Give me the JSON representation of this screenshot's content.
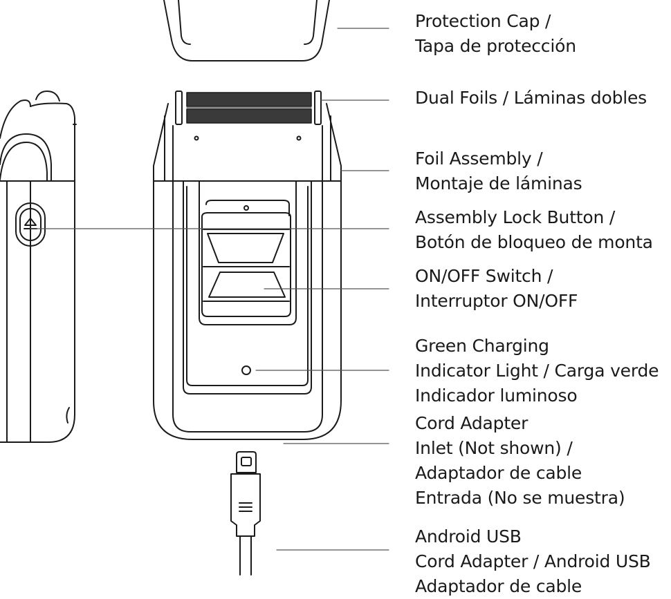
{
  "labels": [
    {
      "key": "protection-cap",
      "lines": [
        "Protection Cap /",
        "Tapa de protección"
      ]
    },
    {
      "key": "dual-foils",
      "lines": [
        "Dual Foils / Láminas dobles"
      ]
    },
    {
      "key": "foil-assembly",
      "lines": [
        "Foil Assembly /",
        "Montaje de láminas"
      ]
    },
    {
      "key": "assembly-lock-button",
      "lines": [
        "Assembly Lock Button /",
        "Botón de bloqueo de monta"
      ]
    },
    {
      "key": "on-off-switch",
      "lines": [
        "ON/OFF Switch /",
        "Interruptor ON/OFF"
      ]
    },
    {
      "key": "green-charging-indicator",
      "lines": [
        "Green Charging",
        "Indicator Light / Carga verde",
        "Indicador luminoso"
      ]
    },
    {
      "key": "cord-adapter-inlet",
      "lines": [
        "Cord Adapter",
        "Inlet (Not shown) /",
        "Adaptador de cable",
        "Entrada (No se muestra)"
      ]
    },
    {
      "key": "android-usb",
      "lines": [
        "Android USB",
        "Cord Adapter / Android USB",
        "Adaptador de cable"
      ]
    }
  ],
  "colors": {
    "stroke": "#1a1a1a",
    "leader": "#555555",
    "text": "#1a1a1a"
  }
}
